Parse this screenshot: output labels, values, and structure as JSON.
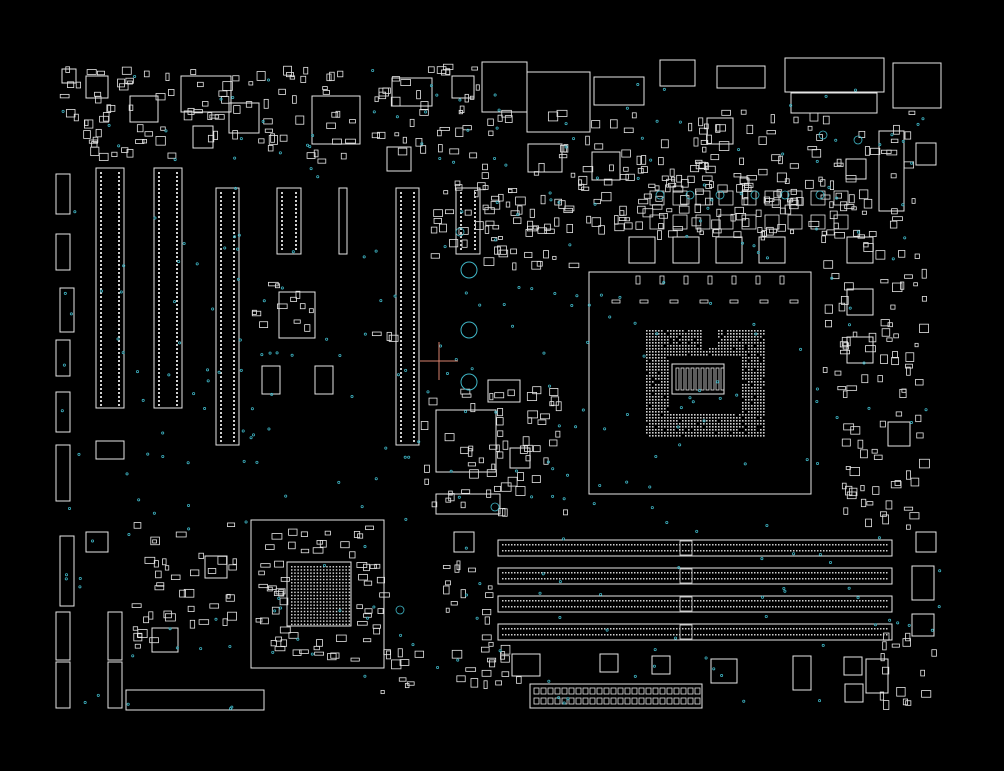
{
  "viewer": {
    "background_color": "#000000",
    "outline_color": "#e6e6e6",
    "via_color": "#3fb6c6",
    "cursor_color": "#d9826e"
  },
  "board": {
    "description_visible_text": "",
    "components": [
      {
        "name": "cpu-socket",
        "kind": "socket"
      },
      {
        "name": "chipset",
        "kind": "bga"
      },
      {
        "name": "dimm-slot-1",
        "kind": "memory-slot"
      },
      {
        "name": "dimm-slot-2",
        "kind": "memory-slot"
      },
      {
        "name": "dimm-slot-3",
        "kind": "memory-slot"
      },
      {
        "name": "dimm-slot-4",
        "kind": "memory-slot"
      },
      {
        "name": "pcie-slot-1",
        "kind": "expansion-slot"
      },
      {
        "name": "pcie-slot-2",
        "kind": "expansion-slot"
      },
      {
        "name": "pcie-slot-3",
        "kind": "expansion-slot"
      },
      {
        "name": "pcie-slot-4",
        "kind": "expansion-slot"
      },
      {
        "name": "atx-power-connector",
        "kind": "connector"
      },
      {
        "name": "rear-io-ports",
        "kind": "connector-group"
      },
      {
        "name": "vrm-chokes",
        "kind": "power-stage"
      }
    ]
  }
}
